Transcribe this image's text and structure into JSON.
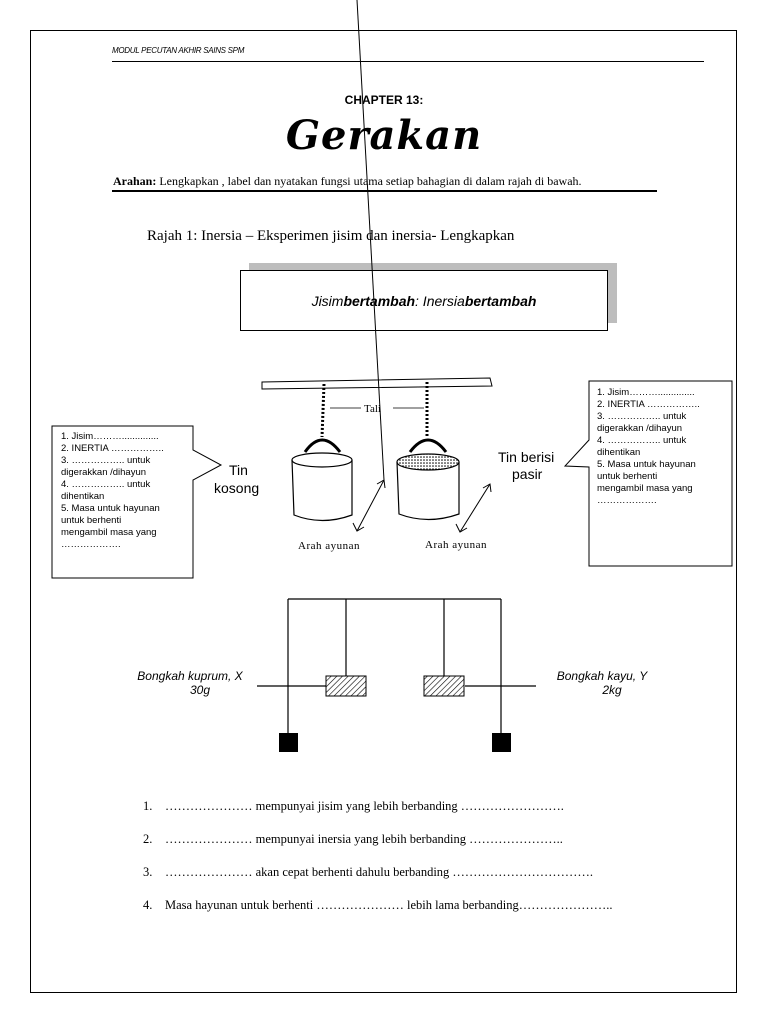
{
  "header": {
    "module": "MODUL PECUTAN AKHIR SAINS SPM"
  },
  "chapter": "CHAPTER 13:",
  "title": "Gerakan",
  "instruction": {
    "label": "Arahan:",
    "text": " Lengkapkan , label dan nyatakan fungsi utama setiap bahagian di dalam rajah di  bawah."
  },
  "figure_caption": "Rajah 1: Inersia – Eksperimen jisim dan inersia- Lengkapkan",
  "rule_box": {
    "p1": "Jisim ",
    "p2": "bertambah",
    "p3": " : Inersia ",
    "p4": "bertambah"
  },
  "callout_left": {
    "lines": [
      "1. Jisim………..............",
      "2. INERTIA ……………..",
      "3. …………….. untuk",
      "digerakkan /dihayun",
      "4. …………….. untuk",
      "dihentikan",
      "5. Masa untuk hayunan",
      "untuk berhenti",
      "mengambil masa yang",
      "………………."
    ]
  },
  "callout_right": {
    "lines": [
      "1. Jisim………..............",
      "2. INERTIA ……………..",
      "3. …………….. untuk",
      "digerakkan /dihayun",
      "4. …………….. untuk",
      "dihentikan",
      "5. Masa untuk hayunan",
      "untuk berhenti",
      "mengambil masa yang",
      "………………."
    ]
  },
  "pendulum_figure": {
    "tali": "Tali",
    "tin_kosong": [
      "Tin",
      "kosong"
    ],
    "tin_pasir": [
      "Tin berisi",
      "pasir"
    ],
    "arah_left": "Arah ayunan",
    "arah_right": "Arah ayunan"
  },
  "block_figure": {
    "left_label": [
      "Bongkah kuprum, X",
      "30g"
    ],
    "right_label": [
      "Bongkah kayu, Y",
      "2kg"
    ]
  },
  "questions": [
    {
      "num": "1.",
      "text": "………………… mempunyai jisim yang lebih berbanding  ……………………."
    },
    {
      "num": "2.",
      "text": "…………………  mempunyai inersia yang lebih berbanding   ………………….."
    },
    {
      "num": "3.",
      "text": "…………………   akan cepat berhenti dahulu berbanding ……………………………."
    },
    {
      "num": "4.",
      "text": "Masa hayunan untuk berhenti ………………… lebih lama berbanding………………….."
    }
  ]
}
